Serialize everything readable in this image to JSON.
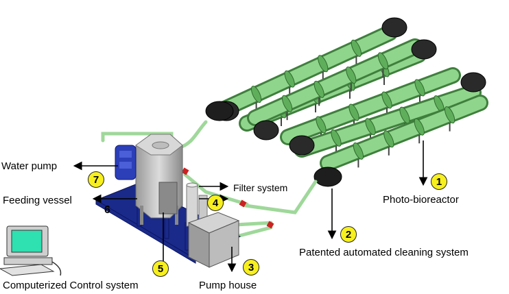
{
  "labels": {
    "photobioreactor": "Photo-bioreactor",
    "cleaning": "Patented automated cleaning system",
    "pump_house": "Pump house",
    "filter": "Filter system",
    "control": "Computerized Control system",
    "feeding": "Feeding vessel",
    "water_pump": "Water pump"
  },
  "badges": {
    "b1": "1",
    "b2": "2",
    "b3": "3",
    "b4": "4",
    "b5": "5",
    "b6": "6",
    "b7": "7"
  },
  "colors": {
    "tube_green": "#8fd58c",
    "tube_edge": "#3f7f3d",
    "elbow": "#2a2a2a",
    "frame": "#1a2a8a",
    "vessel": "#b8b8b8",
    "pump_blue": "#2c3fb8",
    "badge": "#f7f01e"
  }
}
